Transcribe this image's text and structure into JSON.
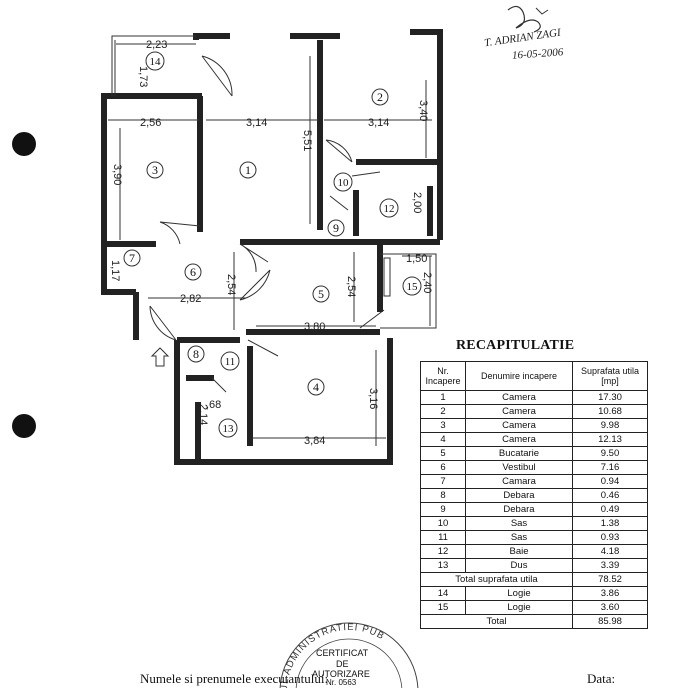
{
  "signature": {
    "name": "T. ADRIAN ZAGI",
    "date": "16-05-2006"
  },
  "plan": {
    "dimensions": [
      "2,23",
      "1,73",
      "2,56",
      "3,14",
      "3,14",
      "3,40",
      "5,51",
      "3,90",
      "2,00",
      "1,17",
      "2,82",
      "2,54",
      "2,54",
      "1,50",
      "2,40",
      "3,80",
      "3,16",
      ",68",
      "2,14",
      "3,84"
    ],
    "rooms": [
      "1",
      "2",
      "3",
      "4",
      "5",
      "6",
      "7",
      "8",
      "9",
      "10",
      "11",
      "12",
      "13",
      "14",
      "15"
    ]
  },
  "recap": {
    "title": "RECAPITULATIE",
    "headers": {
      "nr": "Nr. Incapere",
      "name": "Denumire incapere",
      "area": "Suprafata utila [mp]"
    },
    "rows": [
      {
        "nr": "1",
        "name": "Camera",
        "area": "17.30"
      },
      {
        "nr": "2",
        "name": "Camera",
        "area": "10.68"
      },
      {
        "nr": "3",
        "name": "Camera",
        "area": "9.98"
      },
      {
        "nr": "4",
        "name": "Camera",
        "area": "12.13"
      },
      {
        "nr": "5",
        "name": "Bucatarie",
        "area": "9.50"
      },
      {
        "nr": "6",
        "name": "Vestibul",
        "area": "7.16"
      },
      {
        "nr": "7",
        "name": "Camara",
        "area": "0.94"
      },
      {
        "nr": "8",
        "name": "Debara",
        "area": "0.46"
      },
      {
        "nr": "9",
        "name": "Debara",
        "area": "0.49"
      },
      {
        "nr": "10",
        "name": "Sas",
        "area": "1.38"
      },
      {
        "nr": "11",
        "name": "Sas",
        "area": "0.93"
      },
      {
        "nr": "12",
        "name": "Baie",
        "area": "4.18"
      },
      {
        "nr": "13",
        "name": "Dus",
        "area": "3.39"
      }
    ],
    "subtotal": {
      "label": "Total suprafata utila",
      "area": "78.52"
    },
    "loggias": [
      {
        "nr": "14",
        "name": "Logie",
        "area": "3.86"
      },
      {
        "nr": "15",
        "name": "Logie",
        "area": "3.60"
      }
    ],
    "total": {
      "label": "Total",
      "area": "85.98"
    }
  },
  "stamp": {
    "ring": "UL ADMINISTRATIEI PUB",
    "line1": "CERTIFICAT",
    "line2": "DE",
    "line3": "AUTORIZARE",
    "line4": "Nr. 0563"
  },
  "footer": {
    "executant": "Numele si prenumele executantului:",
    "date": "Data:"
  }
}
